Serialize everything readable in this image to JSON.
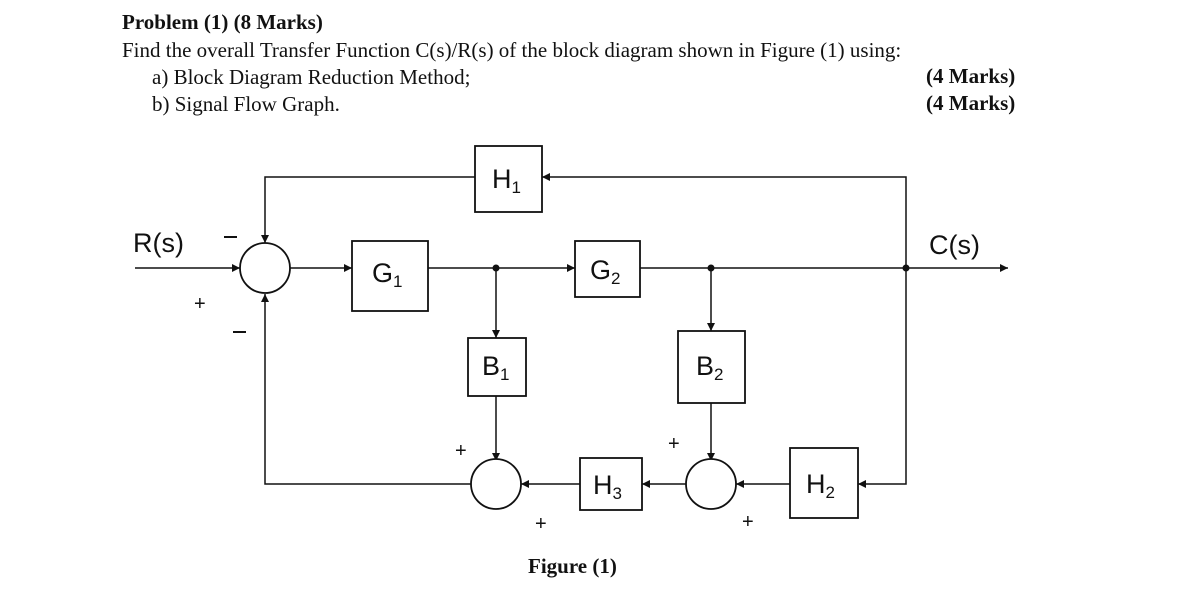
{
  "problem": {
    "title": "Problem (1)   (8 Marks)",
    "statement": "Find the overall Transfer Function C(s)/R(s) of the block diagram shown in Figure (1) using:",
    "part_a": "a)  Block Diagram Reduction Method;",
    "part_b": "b)  Signal Flow Graph.",
    "marks_a": "(4 Marks)",
    "marks_b": "(4 Marks)"
  },
  "figure": {
    "caption": "Figure (1)",
    "input_label": "R(s)",
    "output_label": "C(s)",
    "blocks": {
      "G1": {
        "base": "G",
        "sub": "1"
      },
      "G2": {
        "base": "G",
        "sub": "2"
      },
      "H1": {
        "base": "H",
        "sub": "1"
      },
      "B1": {
        "base": "B",
        "sub": "1"
      },
      "B2": {
        "base": "B",
        "sub": "2"
      },
      "H3": {
        "base": "H",
        "sub": "3"
      },
      "H2": {
        "base": "H",
        "sub": "2"
      }
    },
    "signs": {
      "sum1_left": "+",
      "sum2_left": "+",
      "sum2_bottom": "+",
      "sum3_top": "+",
      "sum3_bottom": "+"
    }
  }
}
